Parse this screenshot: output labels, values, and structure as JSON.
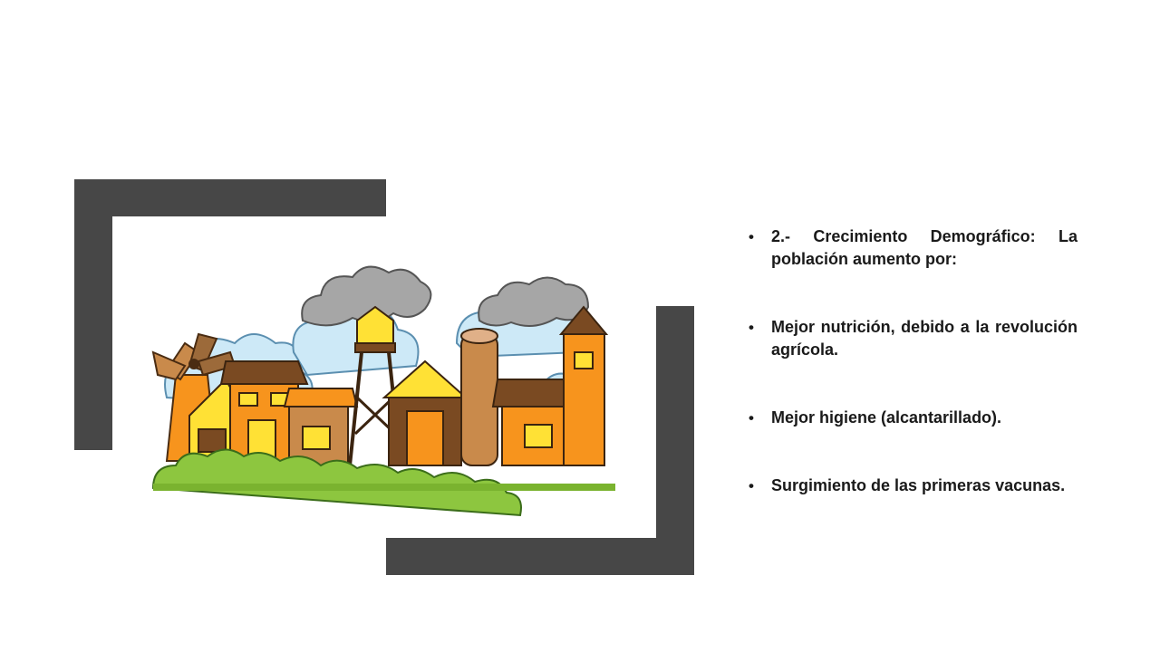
{
  "slide": {
    "bullets": [
      "2.- Crecimiento Demográfico: La población aumento por:",
      "Mejor nutrición, debido a la revolución agrícola.",
      "Mejor higiene (alcantarillado).",
      "Surgimiento de las primeras vacunas."
    ]
  },
  "illustration": {
    "subject": "cartoon-village-icon"
  },
  "colors": {
    "frame": "#474747",
    "text": "#1a1a1a",
    "orange": "#f7941d",
    "brown": "#7a4a22",
    "yellow": "#ffe135",
    "green": "#8dc63f",
    "sky": "#cde9f7",
    "smoke": "#9e9e9e"
  }
}
